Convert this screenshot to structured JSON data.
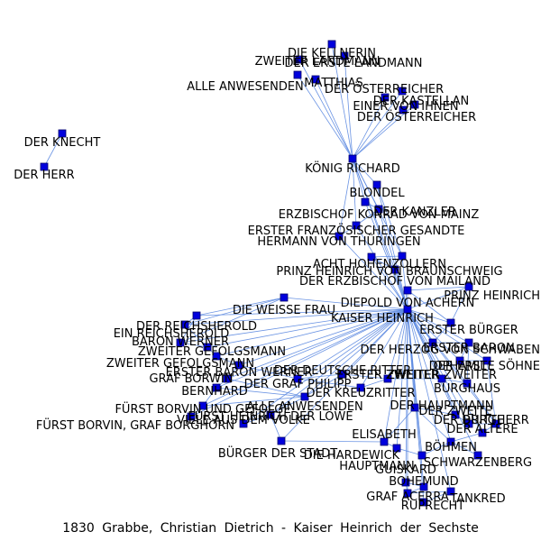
{
  "caption": "1830 Grabbe, Christian Dietrich - Kaiser Heinrich der Sechste",
  "colors": {
    "node_fill": "#0000dd",
    "node_stroke": "#00006a",
    "edge": "#5a87e0",
    "background": "#ffffff"
  },
  "nodes": [
    "DIE KELLNERIN",
    "ZWEITER LANDMANN",
    "DER ERSTE LANDMANN",
    "MATTHIAS",
    "ALLE ANWESENDEN",
    "DER ÖSTERREICHER",
    "DER KASTELLAN",
    "EINER VON IHNEN",
    "DER ÖSTERREICHER",
    "DER KNECHT",
    "DER HERR",
    "KÖNIG RICHARD",
    "BLONDEL",
    "DER KANZLER",
    "ERZBISCHOF KONRAD VON MAINZ",
    "ERSTER FRANZÖSISCHER GESANDTE",
    "HERMANN VON THÜRINGEN",
    "ACHT HOHENZOLLERN",
    "PRINZ HEINRICH VON BRAUNSCHWEIG",
    "DER ERZBISCHOF VON MAILAND",
    "DIE WEISSE FRAU",
    "DIEPOLD VON ACHERN",
    "KAISER HEINRICH",
    "PRINZ HEINRICH",
    "ERSTER BÜRGER",
    "DER HERZOG VON SCHWABEN",
    "ERSTER BARON",
    "OPHAMIL",
    "DER ERSTE SÖHNE",
    "DER REICHSHEROLD",
    "EIN REICHSHEROLD",
    "BARON WERNER",
    "ZWEITER GEFOLGSMANN",
    "ZWEITER GEFOLGSMANN",
    "ERSTER BARON WERNER",
    "GRAF BORWIN",
    "BERNHARD",
    "DER DEUTSCHE RITTER",
    "DER GRAF PHILIPP",
    "DER KREUZRITTER",
    "ERSTER ZWEITER",
    "ZWEITER ZWEITER",
    "BURGHAUS",
    "FÜRST BORVIN UND GEFOLGE",
    "ALLE ANWESENDEN",
    "FÜRST BORVIN, GRAF BORGHORN",
    "VIELE AUS DEM VOLKE",
    "FÜRST HEINRICH DER LÖWE",
    "BÜRGER DER STADT",
    "DER HAUPTMANN",
    "ELISABETH",
    "DIE HARDEWICK",
    "HAUPTMANN",
    "BÖHMEN",
    "SCHWARZENBERG",
    "GUISKARD",
    "BOHEMUND",
    "GRAF ACERRA",
    "TANKRED",
    "RUPRECHT",
    "DER ZWEITE",
    "DER DRITTE",
    "BURGHERR",
    "DER ÄLTERE"
  ]
}
